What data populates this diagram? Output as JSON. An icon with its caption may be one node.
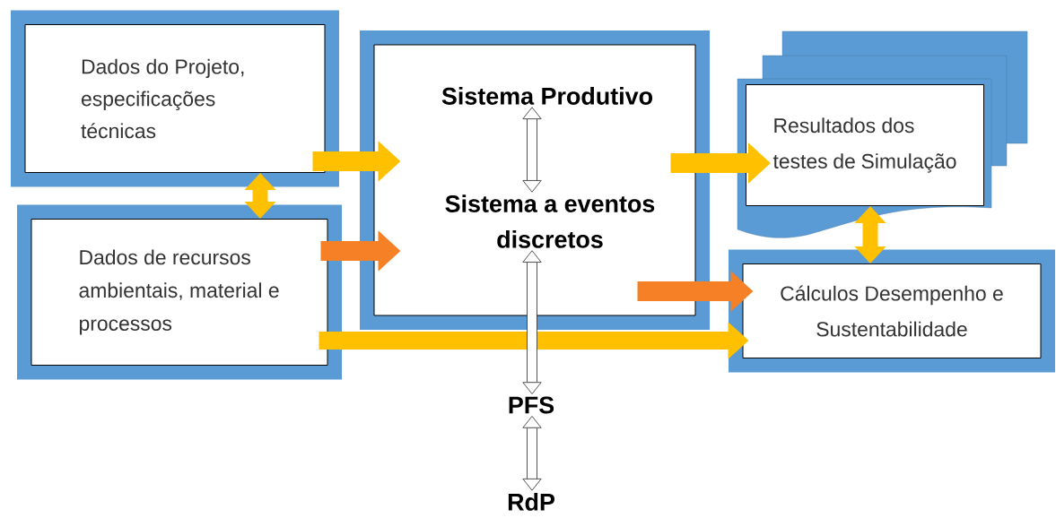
{
  "diagram": {
    "nodes": [
      {
        "text": [
          "Dados do Projeto, especificações técnicas"
        ]
      },
      {
        "text": [
          "Dados de recursos ambientais, material e processos"
        ]
      },
      {
        "text": [],
        "shape": "box"
      },
      {
        "text": [
          "Sistema Produtivo"
        ],
        "in": 2
      },
      {
        "text": [
          "Sistema a eventos discretos"
        ],
        "in": 2
      },
      {
        "text": [
          "PFS"
        ]
      },
      {
        "text": [
          "RdP"
        ]
      },
      {
        "text": [
          "Resultados dos testes de Simulação"
        ]
      },
      {
        "text": [
          "Cálculos Desempenho e Sustentabilidade"
        ]
      }
    ],
    "edges": [
      {
        "from": 0,
        "to": 2,
        "arrow": "to"
      },
      {
        "from": 0,
        "to": 1,
        "arrow": "both"
      },
      {
        "from": 1,
        "to": 2,
        "arrow": "to",
        "color": "#f58025"
      },
      {
        "from": 1,
        "to": 8,
        "arrow": "to"
      },
      {
        "from": 2,
        "to": 7,
        "arrow": "to"
      },
      {
        "from": 2,
        "to": 8,
        "arrow": "to",
        "color": "#f58025"
      },
      {
        "from": 7,
        "to": 8,
        "arrow": "both"
      },
      {
        "from": 3,
        "to": 4,
        "arrow": "both",
        "color": "#404040"
      },
      {
        "from": 4,
        "to": 5,
        "arrow": "both",
        "color": "#404040"
      },
      {
        "from": 5,
        "to": 6,
        "arrow": "both",
        "color": "#404040"
      }
    ]
  }
}
